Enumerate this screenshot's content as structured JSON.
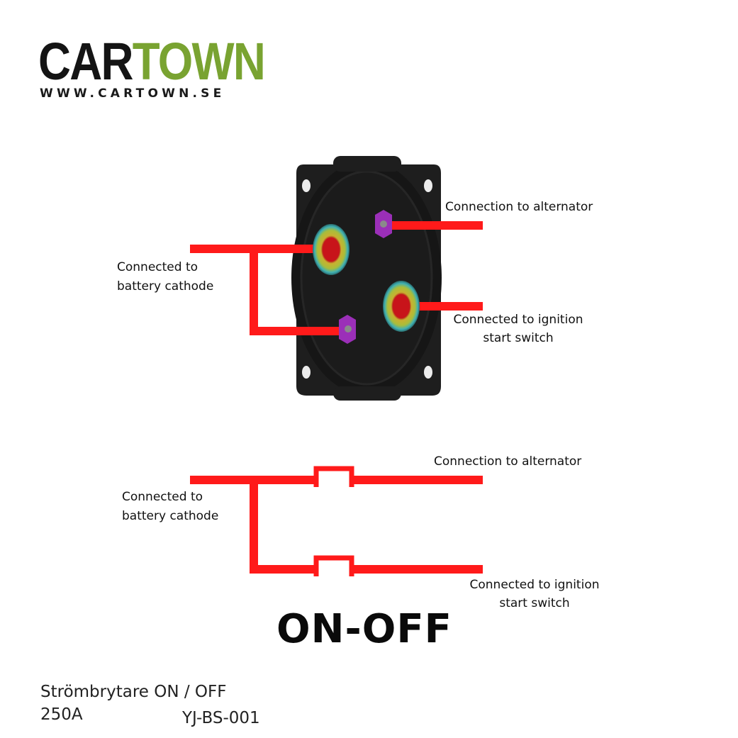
{
  "logo": {
    "brand_part1": "CAR",
    "brand_part2": "TOWN",
    "url": "WWW.CARTOWN.SE",
    "colors": {
      "dark": "#141414",
      "green": "#79a331"
    }
  },
  "top_diagram": {
    "label_alternator": "Connection to alternator",
    "label_battery_line1": "Connected to",
    "label_battery_line2": "battery cathode",
    "label_ignition_line1": "Connected to ignition",
    "label_ignition_line2": "start switch"
  },
  "schematic": {
    "label_alternator": "Connection to alternator",
    "label_battery_line1": "Connected to",
    "label_battery_line2": "battery cathode",
    "label_ignition_line1": "Connected to ignition",
    "label_ignition_line2": "start switch"
  },
  "mode_title": "ON-OFF",
  "footer": {
    "product_name": "Strömbrytare ON / OFF",
    "rating": "250A",
    "model": "YJ-BS-001"
  },
  "colors": {
    "wire": "#ff1a1a",
    "body": "#1c1c1c",
    "nut": "#9b2fb8"
  },
  "icons": [
    "switch-body-icon",
    "terminal-stud-icon",
    "nut-icon",
    "mount-hole-icon"
  ]
}
